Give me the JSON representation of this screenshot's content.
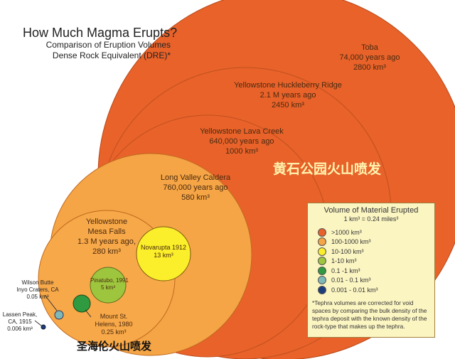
{
  "title": "How Much Magma Erupts?",
  "subtitle": [
    "Comparison of Eruption Volumes",
    "Dense Rock Equivalent (DRE)*"
  ],
  "eruptions": [
    {
      "name": "Toba",
      "age": "74,000 years ago",
      "volume": "2800 km³",
      "color": "#e8622a"
    },
    {
      "name": "Yellowstone  Huckleberry Ridge",
      "age": "2.1 M years ago",
      "volume": "2450 km³",
      "color": "#e8622a"
    },
    {
      "name": "Yellowstone Lava Creek",
      "age": "640,000 years ago",
      "volume": "1000 km³",
      "color": "#e8622a"
    },
    {
      "name": "Long Valley Caldera",
      "age": "760,000 years ago",
      "volume": "580 km³",
      "color": "#f5a545"
    },
    {
      "name": "Yellowstone\nMesa Falls",
      "age": "1.3 M years ago,",
      "volume": "280 km³",
      "color": "#f7a848"
    },
    {
      "name": "Novarupta 1912",
      "volume": "13 km³",
      "color": "#fbee2a"
    },
    {
      "name": "Pinatubo, 1991",
      "volume": "5 km³",
      "color": "#9dc63e"
    },
    {
      "name": "Mount St.\nHelens, 1980",
      "volume": "0.25 km³",
      "color": "#2f9a3f"
    },
    {
      "name": "Wilson Butte\nInyo Craters, CA",
      "volume": "0.05 km³",
      "color": "#7fb8b8"
    },
    {
      "name": "Lassen Peak,\nCA, 1915",
      "volume": "0.006 km³",
      "color": "#1e3e7a"
    }
  ],
  "annotations": {
    "yellowstone_cn": "黄石公园火山喷发",
    "st_helens_cn": "圣海伦火山喷发"
  },
  "legend": {
    "title": "Volume of Material Erupted",
    "conversion": "1 km³ = 0.24 miles³",
    "items": [
      {
        "label": ">1000 km³",
        "color": "#e8622a"
      },
      {
        "label": "100-1000 km³",
        "color": "#f5a545"
      },
      {
        "label": "10-100 km³",
        "color": "#fbee2a"
      },
      {
        "label": "1-10 km³",
        "color": "#9dc63e"
      },
      {
        "label": "0.1 -1 km³",
        "color": "#2f9a3f"
      },
      {
        "label": "0.01 - 0.1 km³",
        "color": "#7fb8b8"
      },
      {
        "label": "0.001 - 0.01 km³",
        "color": "#1e3e7a"
      }
    ],
    "note": "*Tephra volumes are corrected for void spaces by comparing the bulk density of the tephra deposit with the known density of the rock-type that makes up the tephra."
  }
}
